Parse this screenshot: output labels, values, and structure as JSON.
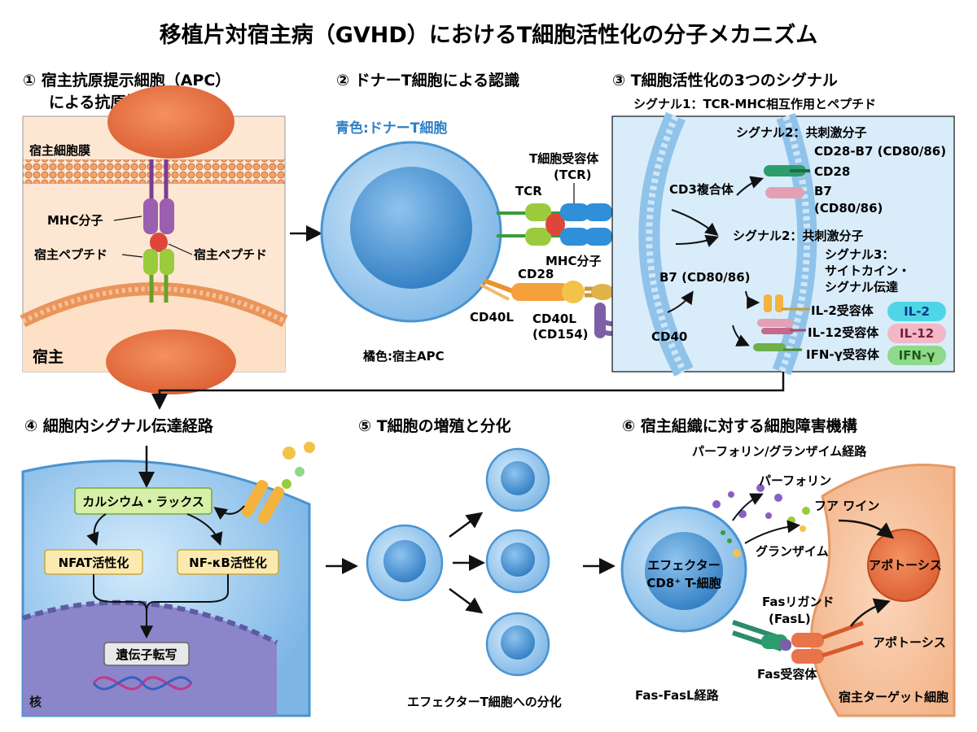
{
  "title": "移植片対宿主病（GVHD）におけるT細胞活性化の分子メカニズム",
  "panels": {
    "p1": {
      "heading_1": "① 宿主抗原提示細胞（APC）",
      "heading_2": "による抗原提示",
      "membrane_label": "宿主細胞膜",
      "mhc_label": "MHC分子",
      "peptide_left": "宿主ペプチド",
      "peptide_right": "宿主ペプチド",
      "host_label": "宿主"
    },
    "p2": {
      "heading": "② ドナーT細胞による認識",
      "blue_label": "青色:ドナーT細胞",
      "tcr_title_1": "T細胞受容体",
      "tcr_title_2": "(TCR)",
      "tcr_label": "TCR",
      "mhc_label": "MHC分子",
      "cd28_label": "CD28",
      "cd40l_left": "CD40L",
      "cd40l_mid_1": "CD40L",
      "cd40l_mid_2": "(CD154)",
      "orange_label": "橘色:宿主APC"
    },
    "p3": {
      "heading": "③ T細胞活性化の3つのシグナル",
      "signal1": "シグナル1：TCR-MHC相互作用とペプチド",
      "signal2_a_1": "シグナル2：共刺激分子",
      "signal2_a_2": "CD28-B7 (CD80/86)",
      "cd28_label": "CD28",
      "b7_label_1": "B7",
      "b7_label_2": "(CD80/86)",
      "cd3_label": "CD3複合体",
      "signal2_b": "シグナル2：共刺激分子",
      "signal3_1": "シグナル3：",
      "signal3_2": "サイトカイン・",
      "signal3_3": "シグナル伝達",
      "b7_cd_label": "B7 (CD80/86)",
      "cd40_label": "CD40",
      "receptors": [
        {
          "label": "IL-2受容体",
          "tag": "IL-2",
          "color": "#4fd6e6"
        },
        {
          "label": "IL-12受容体",
          "tag": "IL-12",
          "color": "#f2b8c6"
        },
        {
          "label": "IFN-γ受容体",
          "tag": "IFN-γ",
          "color": "#8fd98a"
        }
      ]
    },
    "p4": {
      "heading": "④ 細胞内シグナル伝達経路",
      "calcium": "カルシウム・ラックス",
      "nfat": "NFAT活性化",
      "nfkb": "NF-κB活性化",
      "transcription": "遺伝子転写",
      "nucleus": "核"
    },
    "p5": {
      "heading": "⑤ T細胞の増殖と分化",
      "caption": "エフェクターT細胞への分化"
    },
    "p6": {
      "heading": "⑥ 宿主組織に対する細胞障害機構",
      "pathway": "パーフォリン/グランザイム経路",
      "perforin": "パーフォリン",
      "granzyme": "グランザイム",
      "fuawain": "フア ワイン",
      "effector_1": "エフェクター",
      "effector_2": "CD8⁺ T-細胞",
      "fasl_1": "Fasリガンド",
      "fasl_2": "(FasL)",
      "fas_receptor": "Fas受容体",
      "apoptosis_1": "アポトーシス",
      "apoptosis_2": "アポトーシス",
      "fas_pathway": "Fas-FasL経路",
      "target": "宿主ターゲット細胞"
    }
  },
  "colors": {
    "membrane_orange": "#f7c9a2",
    "apc_nucleus": "#e8744a",
    "tcell_blue": "#9ccbef",
    "tcell_dark": "#2e7fc4",
    "mhc_purple": "#9b5fb0",
    "peptide_red": "#e0453a",
    "tcr_green": "#9acb3c",
    "tcr_blue": "#2f8fd8"
  }
}
